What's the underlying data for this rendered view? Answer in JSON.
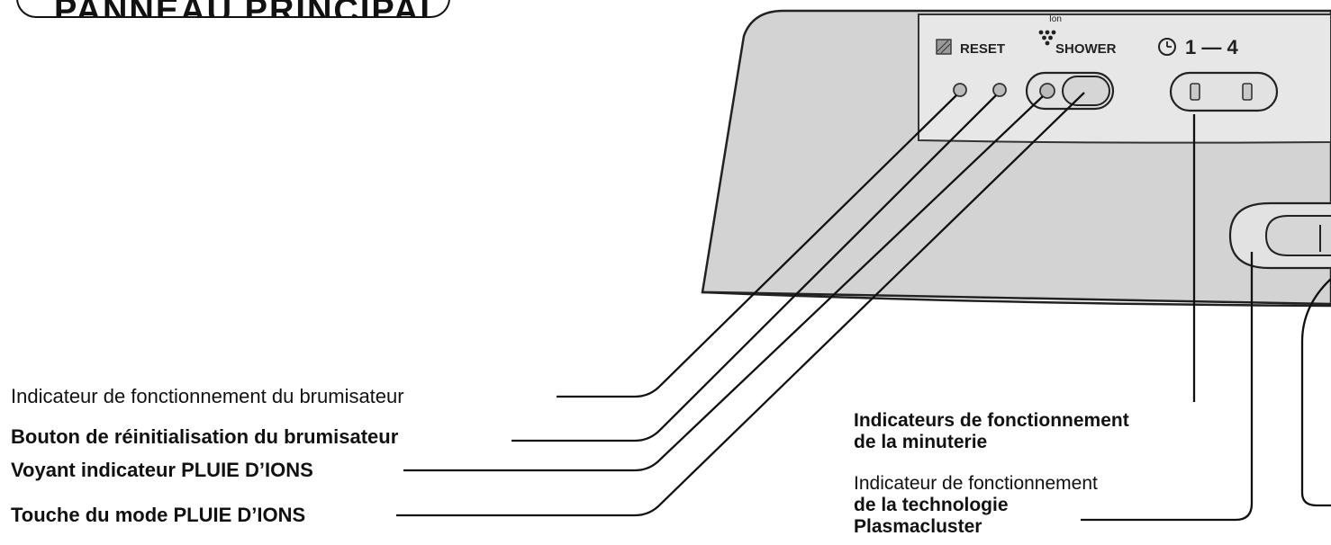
{
  "title": "PANNEAU PRINCIPAL",
  "panel": {
    "reset_label": "RESET",
    "ion_label": "Ion",
    "shower_label": "SHOWER",
    "timer_label": "1 — 4"
  },
  "labels": {
    "mist_indicator": "Indicateur de fonctionnement du brumisateur",
    "mist_reset_button": "Bouton de réinitialisation du brumisateur",
    "ion_shower_light": "Voyant indicateur PLUIE D’IONS",
    "ion_shower_key": "Touche du mode PLUIE D’IONS",
    "timer_indicators_line1": "Indicateurs de fonctionnement",
    "timer_indicators_line2": "de la minuterie",
    "plasma_indicator_line1": "Indicateur de fonctionnement",
    "plasma_indicator_line2": "de la technologie",
    "plasma_indicator_line3": "Plasmacluster"
  },
  "colors": {
    "panel_fill": "#d4d4d4",
    "panel_inset": "#e6e6e6",
    "line": "#111111"
  }
}
